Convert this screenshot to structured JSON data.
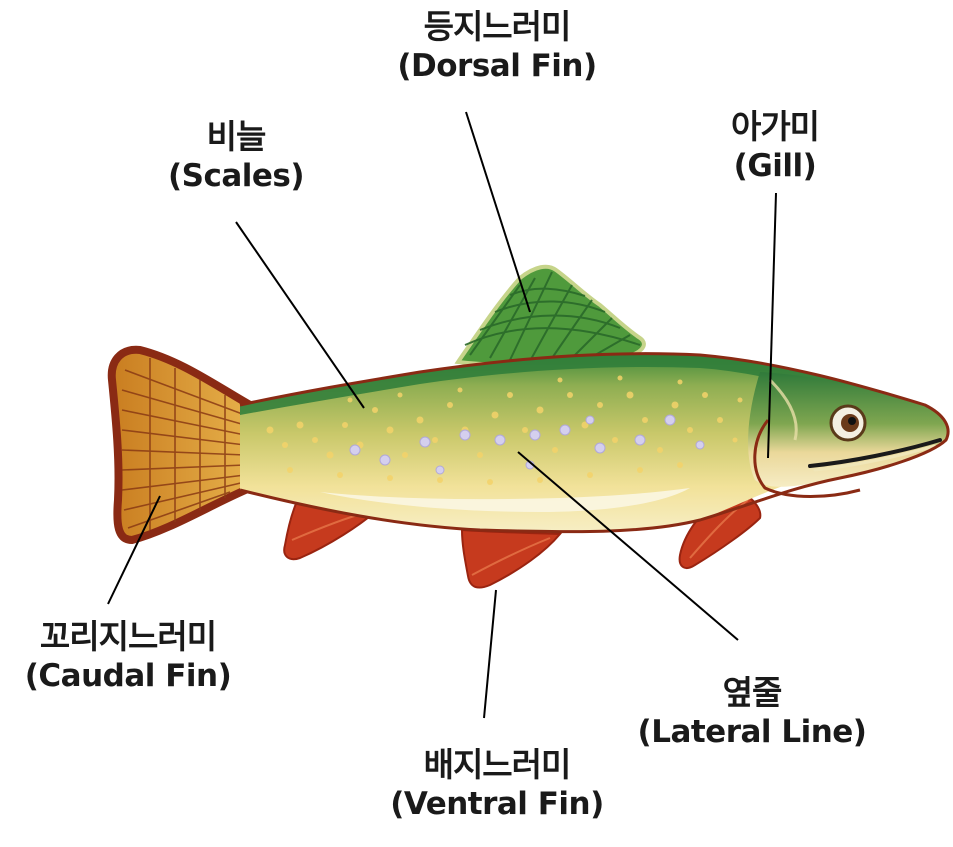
{
  "labels": {
    "dorsal_fin": {
      "ko": "등지느러미",
      "en": "(Dorsal Fin)"
    },
    "scales": {
      "ko": "비늘",
      "en": "(Scales)"
    },
    "gill": {
      "ko": "아가미",
      "en": "(Gill)"
    },
    "caudal_fin": {
      "ko": "꼬리지느러미",
      "en": "(Caudal Fin)"
    },
    "lateral_line": {
      "ko": "옆줄",
      "en": "(Lateral Line)"
    },
    "ventral_fin": {
      "ko": "배지느러미",
      "en": "(Ventral Fin)"
    }
  },
  "colors": {
    "body_light": "#f5e8a0",
    "body_green": "#9ab85a",
    "back_green": "#2e7d3a",
    "outline": "#8a2a14",
    "fin_red": "#c0341c",
    "tail_orange": "#d9942c",
    "spots": "#f4d36a",
    "lateral_spots": "#c9c4e8",
    "leader_line": "#000000"
  }
}
